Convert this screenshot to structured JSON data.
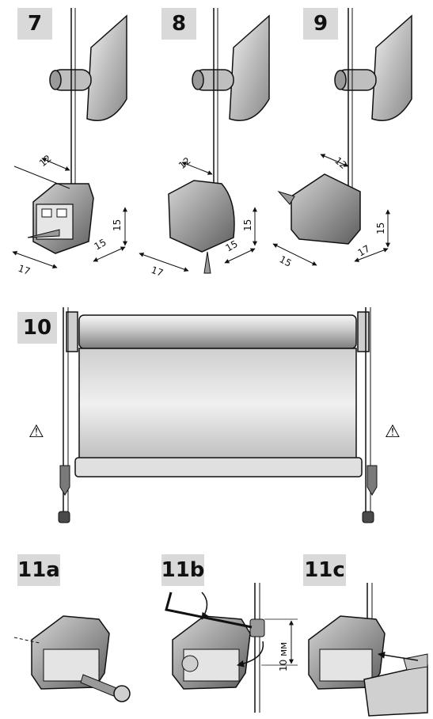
{
  "steps": {
    "s7": "7",
    "s8": "8",
    "s9": "9",
    "s10": "10",
    "s11a": "11a",
    "s11b": "11b",
    "s11c": "11c"
  },
  "dimensions": {
    "d7_top": "12",
    "d7_side": "15",
    "d7_depth": "15",
    "d7_width": "17",
    "d8_top": "12",
    "d8_side": "15",
    "d8_depth": "15",
    "d8_width": "17",
    "d9_top": "12",
    "d9_side": "15",
    "d9_depth": "17",
    "d9_width": "15",
    "d11b_height": "10 мм"
  },
  "symbols": {
    "warning_left": "⚠",
    "warning_right": "⚠"
  },
  "colors": {
    "label_bg": "#d9d9d9",
    "line": "#111111",
    "fabric_light": "#e8e8e8",
    "metal_dark": "#6e6e6e"
  }
}
